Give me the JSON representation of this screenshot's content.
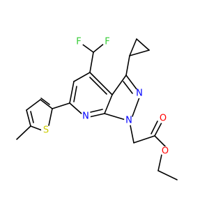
{
  "atoms": {
    "F1": {
      "text": "F",
      "color": "#33cc33"
    },
    "F2": {
      "text": "F",
      "color": "#33cc33"
    },
    "N_ring": {
      "text": "N",
      "color": "#0000ff"
    },
    "N_azo": {
      "text": "N",
      "color": "#0000ff"
    },
    "N1": {
      "text": "N",
      "color": "#0000ff"
    },
    "S": {
      "text": "S",
      "color": "#cccc00"
    },
    "O_carbonyl": {
      "text": "O",
      "color": "#ff0000"
    },
    "O_ester": {
      "text": "O",
      "color": "#ff0000"
    }
  }
}
